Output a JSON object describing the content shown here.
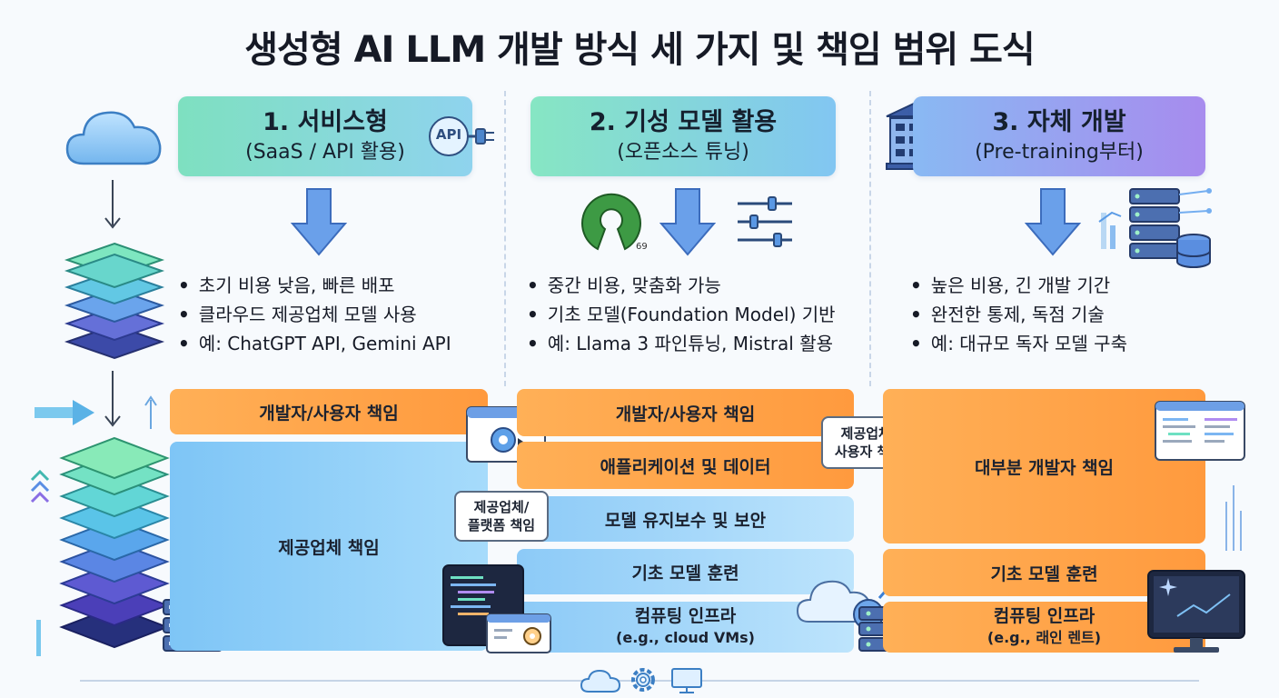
{
  "title": "생성형 AI LLM 개발 방식 세 가지 및 책임 범위 도식",
  "columns": [
    {
      "header_line1": "1. 서비스형",
      "header_line2": "(SaaS / API 활용)",
      "icon_label": "API",
      "bullets": [
        "초기 비용 낮음, 빠른 배포",
        "클라우드 제공업체 모델 사용",
        "예: ChatGPT API, Gemini API"
      ],
      "bands": {
        "user": "개발자/사용자 책임",
        "provider": "제공업체 책임"
      }
    },
    {
      "header_line1": "2. 기성 모델 활용",
      "header_line2": "(오픈소스 튜닝)",
      "icon_label": "69",
      "bullets": [
        "중간 비용, 맞춤화 가능",
        "기초 모델(Foundation Model) 기반",
        "예: Llama 3 파인튜닝, Mistral 활용"
      ],
      "bands": {
        "user": "개발자/사용자 책임",
        "app": "애플리케이션 및 데이터",
        "maint": "모델 유지보수 및 보안",
        "train": "기초 모델 훈련",
        "infra": "컴퓨팅 인프라",
        "infra_sub": "(e.g., cloud VMs)"
      },
      "tags": {
        "shared_left": "제공업체/\n플랫폼 책임",
        "shared_right": "제공업체/\n사용자 책임"
      }
    },
    {
      "header_line1": "3. 자체 개발",
      "header_line2": "(Pre-training부터)",
      "bullets": [
        "높은 비용, 긴 개발 기간",
        "완전한 통제, 독점 기술",
        "예: 대규모 독자 모델 구축"
      ],
      "bands": {
        "main": "대부분 개발자 책임",
        "train": "기초 모델 훈련",
        "infra": "컴퓨팅 인프라",
        "infra_sub": "(e.g.,  래인 렌트)"
      }
    }
  ],
  "colors": {
    "orange": "#ff9a3e",
    "blue": "#8ccaf7",
    "arrow_blue": "#5a9be6",
    "green": "#7ee0c0",
    "purple": "#a78bee"
  }
}
